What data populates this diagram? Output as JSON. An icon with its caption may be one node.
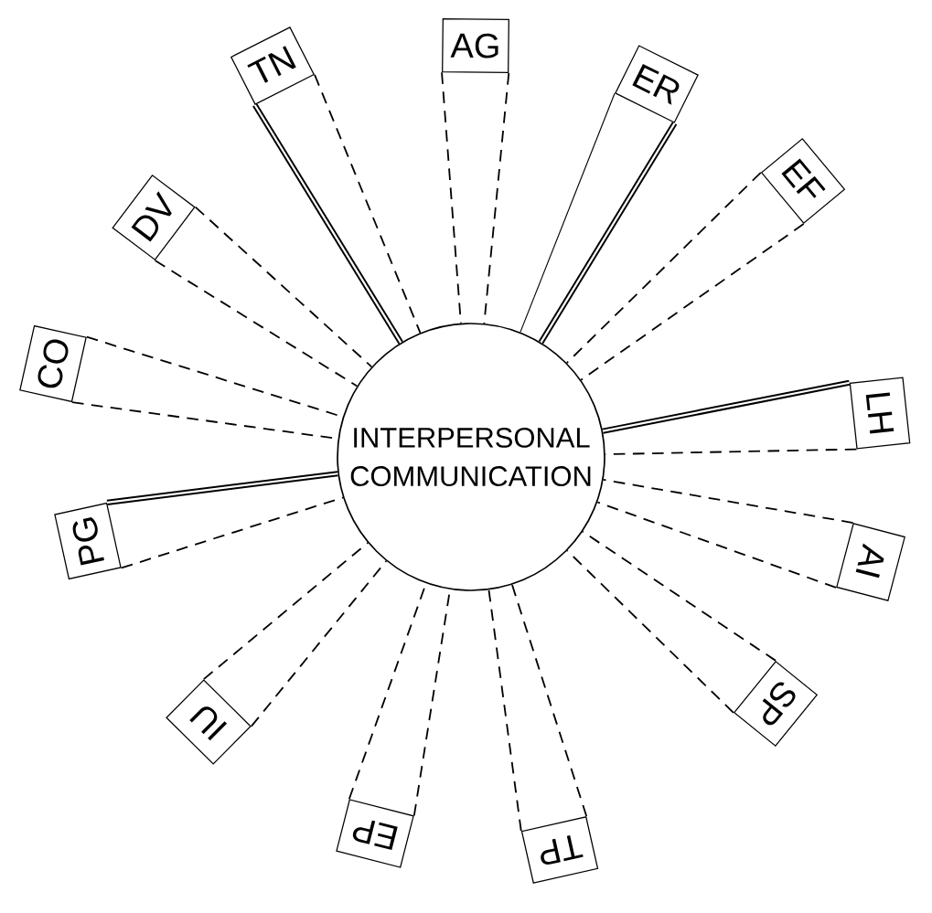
{
  "diagram": {
    "nodes": [
      {
        "text": [
          "INTERPERSONAL COMMUNICATION"
        ]
      },
      {
        "text": [
          "AG"
        ]
      },
      {
        "text": [
          "ER"
        ]
      },
      {
        "text": [
          "EF"
        ]
      },
      {
        "text": [
          "LH"
        ]
      },
      {
        "text": [
          "AI"
        ]
      },
      {
        "text": [
          "SP"
        ]
      },
      {
        "text": [
          "TP"
        ]
      },
      {
        "text": [
          "EP"
        ]
      },
      {
        "text": [
          "IU"
        ]
      },
      {
        "text": [
          "PG"
        ]
      },
      {
        "text": [
          "CO"
        ]
      },
      {
        "text": [
          "DV"
        ]
      },
      {
        "text": [
          "TN"
        ]
      }
    ],
    "edges": [
      {
        "from": 1,
        "to": 0,
        "arrow": "none",
        "style": "dashed"
      },
      {
        "from": 1,
        "to": 0,
        "arrow": "none",
        "style": "dashed"
      },
      {
        "from": 2,
        "to": 0,
        "arrow": "none"
      },
      {
        "from": 2,
        "to": 0,
        "arrow": "none",
        "style": "thick"
      },
      {
        "from": 3,
        "to": 0,
        "arrow": "none",
        "style": "dashed"
      },
      {
        "from": 3,
        "to": 0,
        "arrow": "none",
        "style": "dashed"
      },
      {
        "from": 4,
        "to": 0,
        "arrow": "none",
        "style": "thick"
      },
      {
        "from": 4,
        "to": 0,
        "arrow": "none",
        "style": "dashed"
      },
      {
        "from": 5,
        "to": 0,
        "arrow": "none",
        "style": "dashed"
      },
      {
        "from": 5,
        "to": 0,
        "arrow": "none",
        "style": "dashed"
      },
      {
        "from": 6,
        "to": 0,
        "arrow": "none",
        "style": "dashed"
      },
      {
        "from": 6,
        "to": 0,
        "arrow": "none",
        "style": "dashed"
      },
      {
        "from": 7,
        "to": 0,
        "arrow": "none",
        "style": "dashed"
      },
      {
        "from": 7,
        "to": 0,
        "arrow": "none",
        "style": "dashed"
      },
      {
        "from": 8,
        "to": 0,
        "arrow": "none",
        "style": "dashed"
      },
      {
        "from": 8,
        "to": 0,
        "arrow": "none",
        "style": "dashed"
      },
      {
        "from": 9,
        "to": 0,
        "arrow": "none",
        "style": "dashed"
      },
      {
        "from": 9,
        "to": 0,
        "arrow": "none",
        "style": "dashed"
      },
      {
        "from": 10,
        "to": 0,
        "arrow": "none",
        "style": "dashed"
      },
      {
        "from": 10,
        "to": 0,
        "arrow": "none",
        "style": "thick"
      },
      {
        "from": 11,
        "to": 0,
        "arrow": "none",
        "style": "dashed"
      },
      {
        "from": 11,
        "to": 0,
        "arrow": "none",
        "style": "dashed"
      },
      {
        "from": 12,
        "to": 0,
        "arrow": "none",
        "style": "dashed"
      },
      {
        "from": 12,
        "to": 0,
        "arrow": "none",
        "style": "dashed"
      },
      {
        "from": 13,
        "to": 0,
        "arrow": "none",
        "style": "thick"
      },
      {
        "from": 13,
        "to": 0,
        "arrow": "none",
        "style": "dashed"
      }
    ]
  }
}
